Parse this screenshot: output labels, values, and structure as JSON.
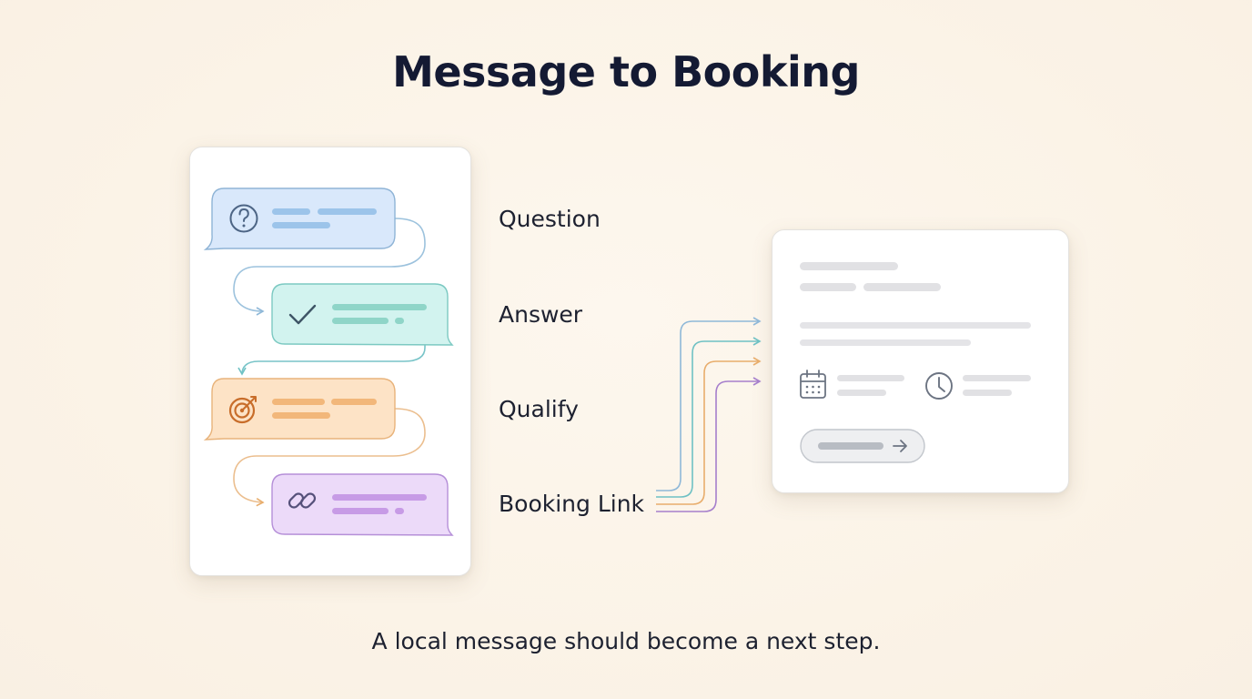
{
  "title": "Message to Booking",
  "caption": "A local message should become a next step.",
  "steps": [
    {
      "label": "Question",
      "icon": "question-icon",
      "color": "#7aa7cf",
      "fill": "#d9e8fb"
    },
    {
      "label": "Answer",
      "icon": "check-icon",
      "color": "#67bdbb",
      "fill": "#d2f3ef"
    },
    {
      "label": "Qualify",
      "icon": "target-icon",
      "color": "#e7a865",
      "fill": "#fde3c6"
    },
    {
      "label": "Booking Link",
      "icon": "link-icon",
      "color": "#ad84d3",
      "fill": "#ecdaf9"
    }
  ],
  "booking_card": {
    "icons": [
      "calendar-icon",
      "clock-icon"
    ],
    "button_icon": "arrow-right-icon"
  }
}
